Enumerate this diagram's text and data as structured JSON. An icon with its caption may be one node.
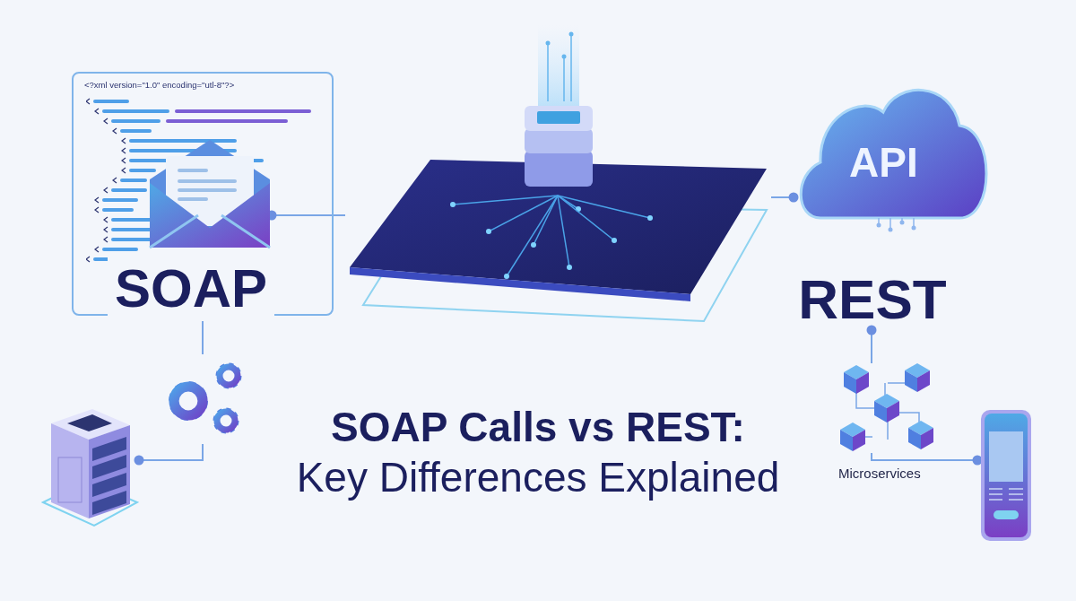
{
  "diagram": {
    "title": "SOAP Calls vs REST:",
    "nodes": [
      {
        "text": [
          "<?xml version=\"1.0\" encoding=\"utl-8\"?>",
          "SOAP"
        ]
      },
      {
        "text": [],
        "shape": "picture",
        "in": 0
      },
      {
        "text": [],
        "shape": "picture"
      },
      {
        "text": [
          "API"
        ]
      },
      {
        "text": [
          "REST"
        ]
      },
      {
        "text": [],
        "shape": "picture"
      },
      {
        "text": [],
        "shape": "picture"
      },
      {
        "text": [],
        "shape": "picture",
        "beside": [
          "Microservices"
        ]
      },
      {
        "text": [],
        "shape": "picture"
      }
    ],
    "edges": [
      {
        "from": 1,
        "to": 2,
        "arrow": "other"
      },
      {
        "from": 3,
        "to": 2,
        "arrow": "other"
      },
      {
        "from": 0,
        "to": 5,
        "arrow": "other"
      },
      {
        "from": 6,
        "to": 5,
        "arrow": "other"
      },
      {
        "from": 4,
        "to": 7,
        "arrow": "other"
      },
      {
        "from": 8,
        "to": 7,
        "arrow": "other"
      }
    ],
    "labels": [
      "Key Differences Explained"
    ]
  }
}
